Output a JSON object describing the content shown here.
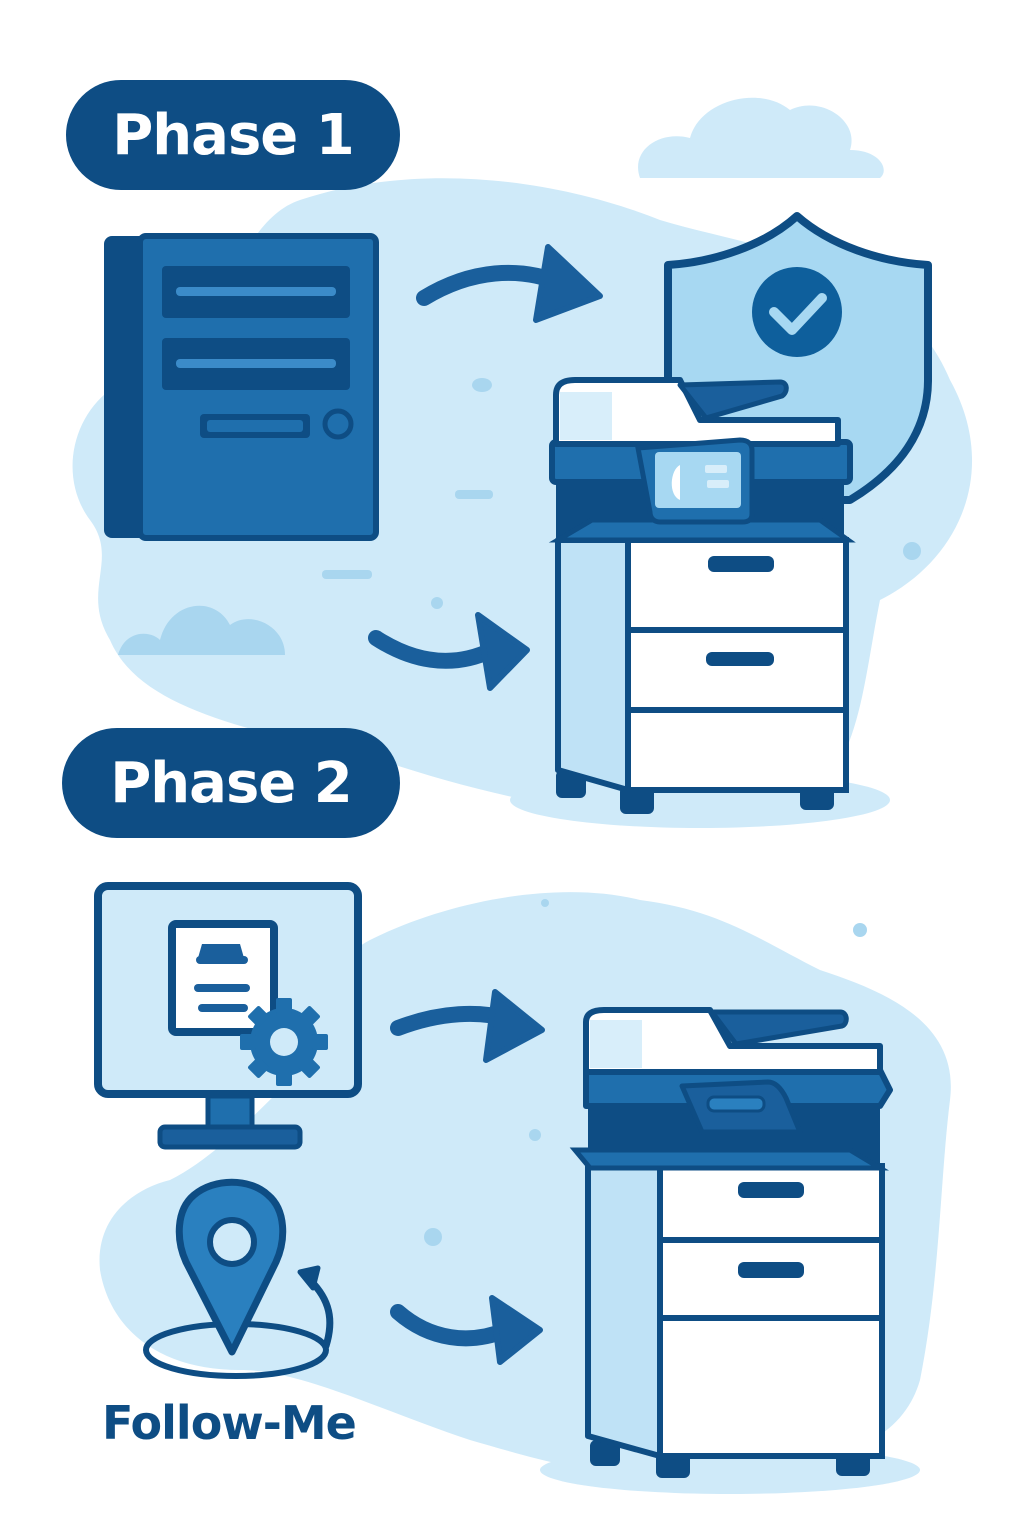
{
  "phases": [
    {
      "label": "Phase 1",
      "source": "server-tower",
      "targets": [
        "secure-printer"
      ],
      "badge": "security-shield-check"
    },
    {
      "label": "Phase 2",
      "sources": [
        "print-management-monitor",
        "follow-me-location"
      ],
      "targets": [
        "multifunction-printer"
      ]
    }
  ],
  "follow_me": {
    "label": "Follow-Me"
  },
  "colors": {
    "dark_blue": "#0e4d84",
    "mid_blue": "#1f6fad",
    "light_blue": "#cfeaf9",
    "pale_blue": "#bfe2f6",
    "shield_fill": "#a7d8f2",
    "white": "#ffffff"
  }
}
